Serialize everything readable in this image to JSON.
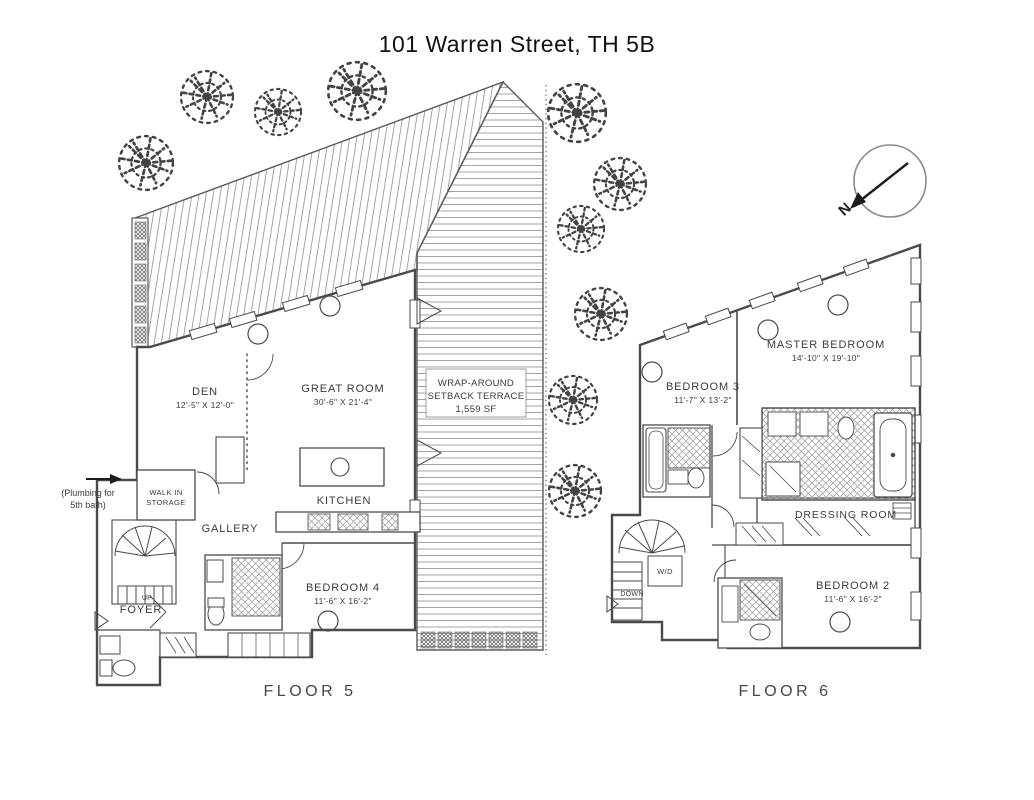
{
  "title": "101 Warren Street, TH 5B",
  "colors": {
    "ink": "#4a4a4a",
    "background": "#ffffff",
    "hatch": "#9a9a9a"
  },
  "compass": {
    "north_label": "N"
  },
  "floor5": {
    "name": "FLOOR 5",
    "rooms": {
      "den": {
        "label": "DEN",
        "dims": "12'-5\" X 12'-0\""
      },
      "great_room": {
        "label": "GREAT ROOM",
        "dims": "30'-6\" X 21'-4\""
      },
      "terrace": {
        "label_line1": "WRAP-AROUND",
        "label_line2": "SETBACK TERRACE",
        "area": "1,559 SF"
      },
      "kitchen": {
        "label": "KITCHEN"
      },
      "gallery": {
        "label": "GALLERY"
      },
      "walk_in_storage": {
        "label_line1": "WALK IN",
        "label_line2": "STORAGE"
      },
      "foyer": {
        "label": "FOYER"
      },
      "bedroom4": {
        "label": "BEDROOM 4",
        "dims": "11'-6\" X 16'-2\""
      }
    },
    "annotations": {
      "plumbing_note_line1": "(Plumbing for",
      "plumbing_note_line2": "5th bath)",
      "stair_direction": "UP"
    }
  },
  "floor6": {
    "name": "FLOOR 6",
    "rooms": {
      "bedroom3": {
        "label": "BEDROOM 3",
        "dims": "11'-7\" X 13'-2\""
      },
      "master_bedroom": {
        "label": "MASTER BEDROOM",
        "dims": "14'-10\" X 19'-10\""
      },
      "dressing_room": {
        "label": "DRESSING ROOM"
      },
      "bedroom2": {
        "label": "BEDROOM 2",
        "dims": "11'-6\" X 16'-2\""
      }
    },
    "annotations": {
      "washer_dryer": "W/D",
      "stair_direction": "DOWN"
    }
  }
}
